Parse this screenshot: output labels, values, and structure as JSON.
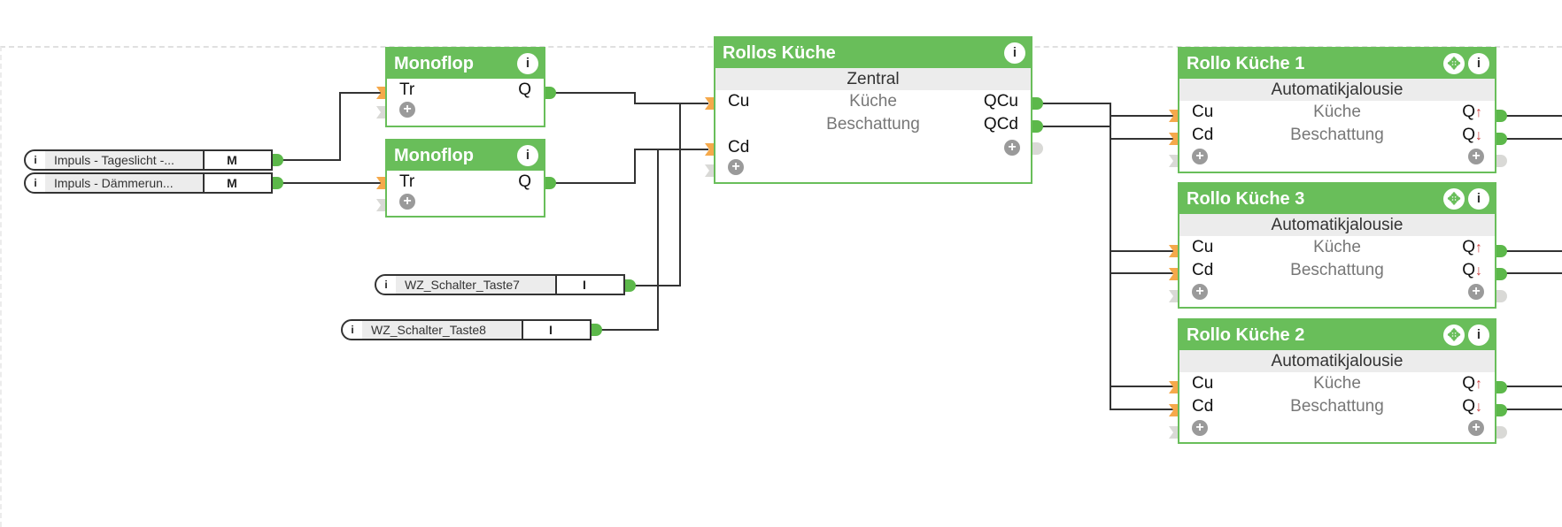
{
  "colors": {
    "block_green": "#69be5a",
    "input_pin": "#f5a94b",
    "output_pin": "#5cb84a",
    "wire": "#333333"
  },
  "objects": [
    {
      "name": "Impuls - Tageslicht -...",
      "value": "M",
      "icon": "info-icon"
    },
    {
      "name": "Impuls - Dämmerun...",
      "value": "M",
      "icon": "info-icon"
    },
    {
      "name": "WZ_Schalter_Taste7",
      "value": "I",
      "icon": "info-icon"
    },
    {
      "name": "WZ_Schalter_Taste8",
      "value": "I",
      "icon": "info-icon"
    }
  ],
  "monoflops": [
    {
      "title": "Monoflop",
      "input": "Tr",
      "output": "Q"
    },
    {
      "title": "Monoflop",
      "input": "Tr",
      "output": "Q"
    }
  ],
  "central": {
    "title": "Rollos Küche",
    "type": "Zentral",
    "inputs": [
      "Cu",
      "Cd"
    ],
    "outputs": [
      "QCu",
      "QCd"
    ],
    "label1": "Küche",
    "label2": "Beschattung"
  },
  "rollos": [
    {
      "title": "Rollo Küche 1",
      "type": "Automatikjalousie",
      "label1": "Küche",
      "label2": "Beschattung",
      "in1": "Cu",
      "in2": "Cd",
      "out1": "Q",
      "out2": "Q",
      "arrow_up": "↑",
      "arrow_down": "↓"
    },
    {
      "title": "Rollo Küche 3",
      "type": "Automatikjalousie",
      "label1": "Küche",
      "label2": "Beschattung",
      "in1": "Cu",
      "in2": "Cd",
      "out1": "Q",
      "out2": "Q",
      "arrow_up": "↑",
      "arrow_down": "↓"
    },
    {
      "title": "Rollo Küche 2",
      "type": "Automatikjalousie",
      "label1": "Küche",
      "label2": "Beschattung",
      "in1": "Cu",
      "in2": "Cd",
      "out1": "Q",
      "out2": "Q",
      "arrow_up": "↑",
      "arrow_down": "↓"
    }
  ],
  "icons": {
    "info": "i",
    "move": "✥",
    "add": "+"
  }
}
